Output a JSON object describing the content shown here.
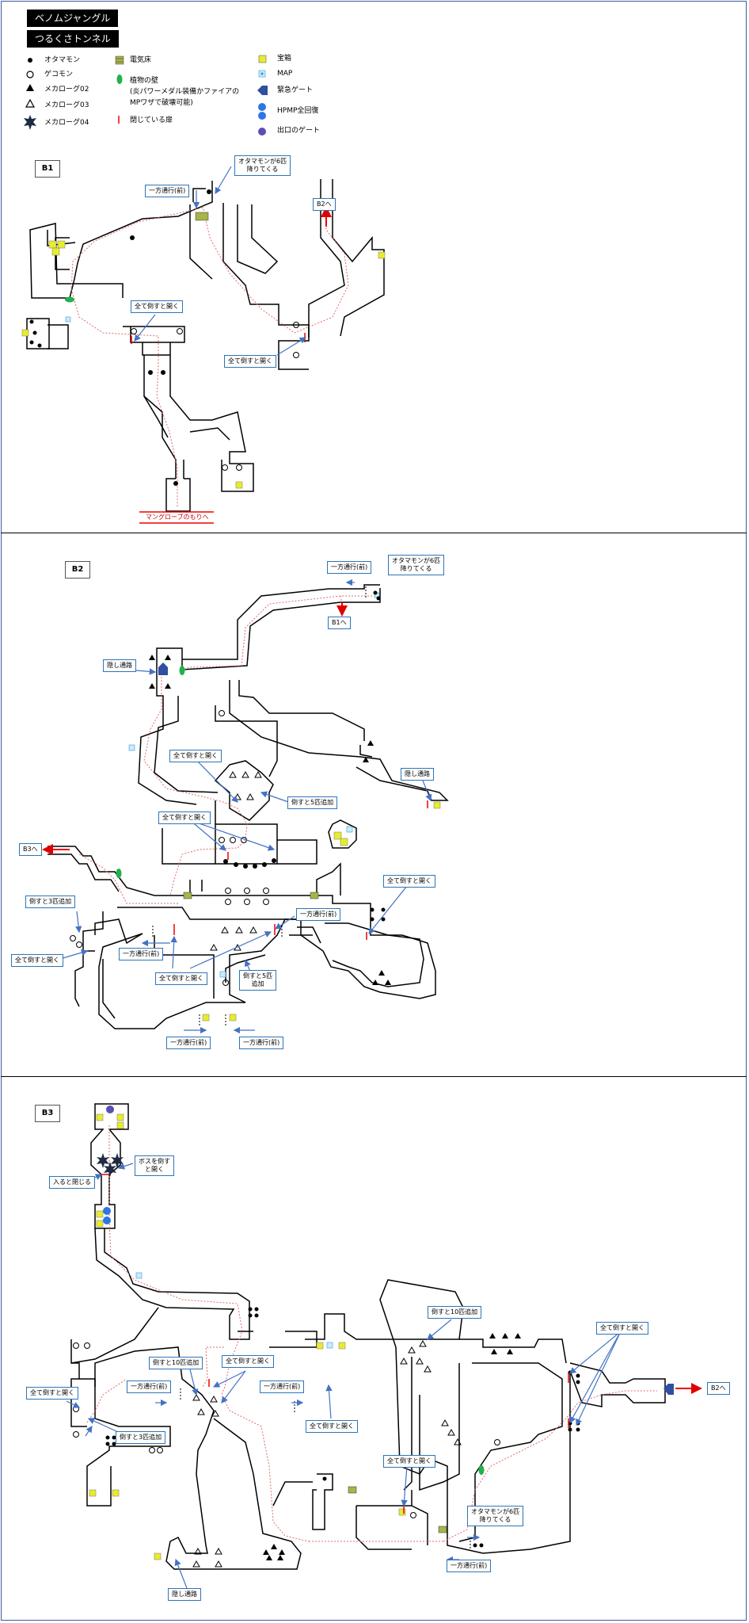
{
  "header": {
    "title1": "ベノムジャングル",
    "title2": "つるくさトンネル"
  },
  "legend": {
    "otamamon": "オタマモン",
    "gekomon": "ゲコモン",
    "mekanorimon02": "メカローグ02",
    "mekanorimon03": "メカローグ03",
    "mekanorimon04": "メカローグ04",
    "electric_floor": "電気床",
    "plant_wall_1": "植物の壁",
    "plant_wall_2": "(炎パワーメダル装備かファイアの",
    "plant_wall_3": "MPワザで破壊可能)",
    "closed_door": "閉じている扉",
    "treasure": "宝箱",
    "map": "MAP",
    "emergency_gate": "緊急ゲート",
    "hpmp": "HPMP全回復",
    "exit_gate": "出口のゲート"
  },
  "floors": {
    "b1": "B1",
    "b2": "B2",
    "b3": "B3"
  },
  "b1": {
    "oneway": "一方通行(前)",
    "otama6_1": "オタマモンが6匹",
    "otama6_2": "降りてくる",
    "to_b2": "B2へ",
    "allkill_open_a": "全て倒すと開く",
    "allkill_open_b": "全て倒すと開く",
    "exit": "マングローブのもりへ"
  },
  "b2": {
    "oneway_top": "一方通行(前)",
    "otama6_1": "オタマモンが6匹",
    "otama6_2": "降りてくる",
    "to_b1": "B1へ",
    "hidden_a": "隠し通路",
    "hidden_b": "隠し通路",
    "allkill_a": "全て倒すと開く",
    "allkill_b": "全て倒すと開く",
    "kill5_a": "倒すと5匹追加",
    "to_b3": "B3へ",
    "allkill_c": "全て倒すと開く",
    "kill3_1": "倒すと3匹追加",
    "oneway_mid_right": "一方通行(前)",
    "allkill_d": "全て倒すと開く",
    "oneway_mid_left": "一方通行(前)",
    "allkill_e": "全て倒すと開く",
    "kill5_b1": "倒すと5匹",
    "kill5_b2": "追加",
    "oneway_bl": "一方通行(前)",
    "oneway_br": "一方通行(前)"
  },
  "b3": {
    "boss1": "ボスを倒す",
    "boss2": "と開く",
    "enter_close": "入ると閉じる",
    "kill10_a": "倒すと10匹追加",
    "allkill_r": "全て倒すと開く",
    "to_b2": "B2へ",
    "kill10_b": "倒すと10匹追加",
    "allkill_top": "全て倒すと開く",
    "oneway_a": "一方通行(前)",
    "oneway_b": "一方通行(前)",
    "allkill_l": "全て倒すと開く",
    "kill3": "倒すと3匹追加",
    "allkill_mid": "全て倒すと開く",
    "allkill_room": "全て倒すと開く",
    "otama6_1": "オタマモンが6匹",
    "otama6_2": "降りてくる",
    "oneway_c": "一方通行(前)",
    "hidden": "隠し通路"
  },
  "colors": {
    "wall": "#000000",
    "route": "#e26b6b",
    "label_border": "#2e75b6",
    "treasure": "#e8ec2c",
    "plant": "#22b14c",
    "gate": "#2f4fa0",
    "arrow": "#4472c4",
    "exit_red": "#e00000"
  }
}
